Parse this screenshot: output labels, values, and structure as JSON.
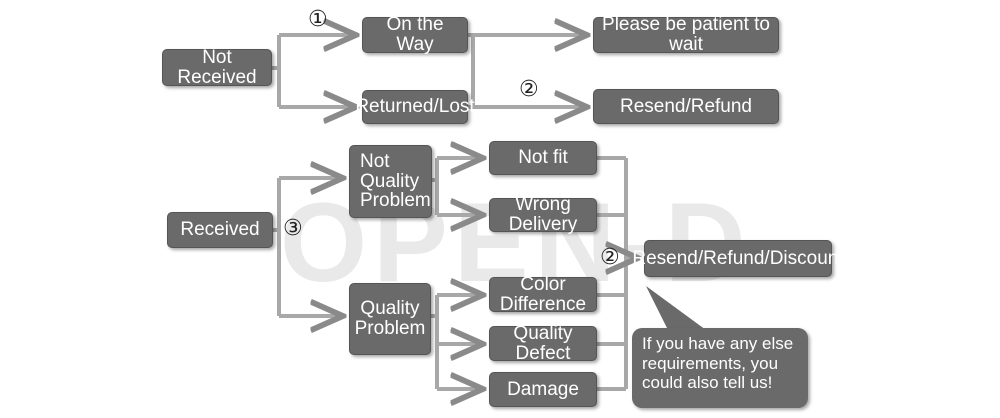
{
  "watermark": "OPEN-D",
  "nodes": {
    "not_received": "Not Received",
    "on_the_way": "On the Way",
    "returned_lost": "Returned/Lost",
    "please_wait": "Please be patient to wait",
    "resend_refund": "Resend/Refund",
    "received": "Received",
    "not_quality_problem": "Not Quality Problem",
    "quality_problem": "Quality Problem",
    "not_fit": "Not fit",
    "wrong_delivery": "Wrong Delivery",
    "color_difference": "Color Difference",
    "quality_defect": "Quality Defect",
    "damage": "Damage",
    "resend_refund_discount": "Resend/Refund/Discount"
  },
  "markers": {
    "step1": "①",
    "step2_top": "②",
    "step3": "③",
    "step2_bottom": "②"
  },
  "callout": "If you have any else requirements, you could also tell us!",
  "colors": {
    "box_fill": "#6a6a6a",
    "connector": "#a8a8a8",
    "watermark": "#e9e9e9"
  }
}
